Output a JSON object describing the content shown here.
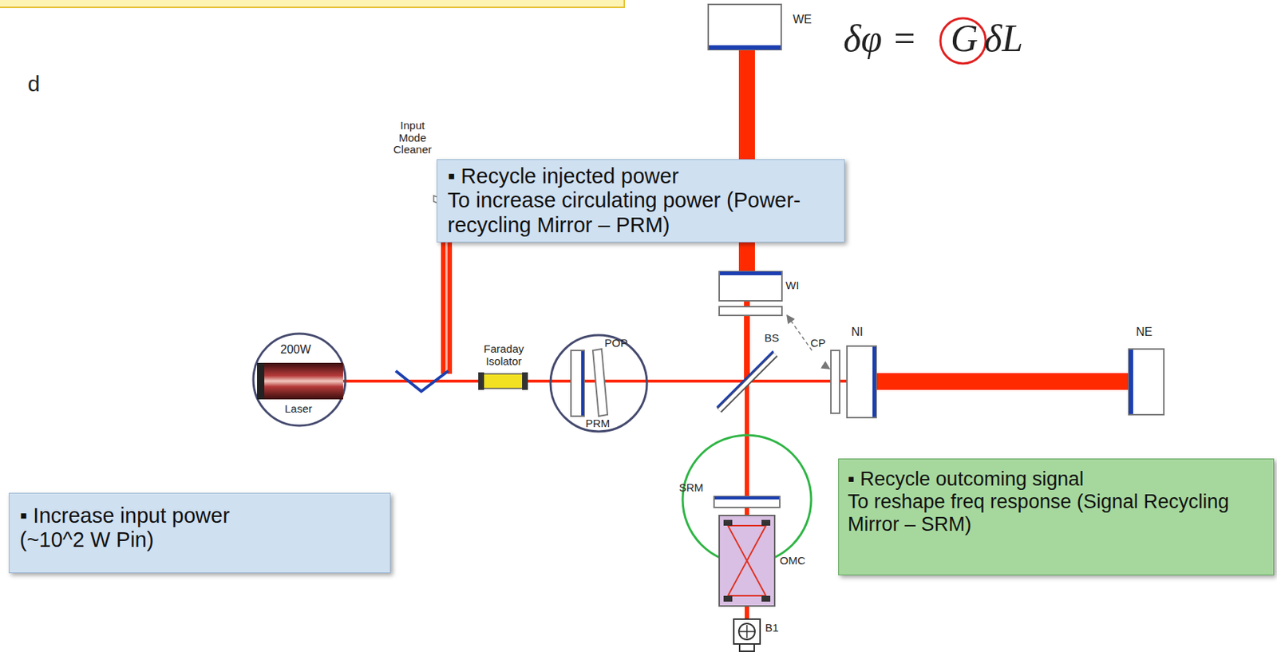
{
  "diagram": {
    "nodes": [
      {
        "text": [
          "▪ Recycle injected power",
          "To increase circulating power (Power-recycling Mirror – PRM)"
        ]
      },
      {
        "text": [
          "▪ Increase input power",
          "(~10^2 W Pin)"
        ]
      },
      {
        "text": [
          "▪ Recycle outcoming signal",
          "To reshape freq response (Signal Recycling Mirror – SRM)"
        ]
      }
    ],
    "labels": [
      "d",
      "δφ =",
      "G",
      "δL",
      "WE",
      "Input Mode Cleaner",
      "200W",
      "Laser",
      "Faraday Isolator",
      "POP",
      "PRM",
      "WI",
      "CP",
      "BS",
      "NI",
      "NE",
      "SRM",
      "OMC",
      "B1"
    ]
  }
}
